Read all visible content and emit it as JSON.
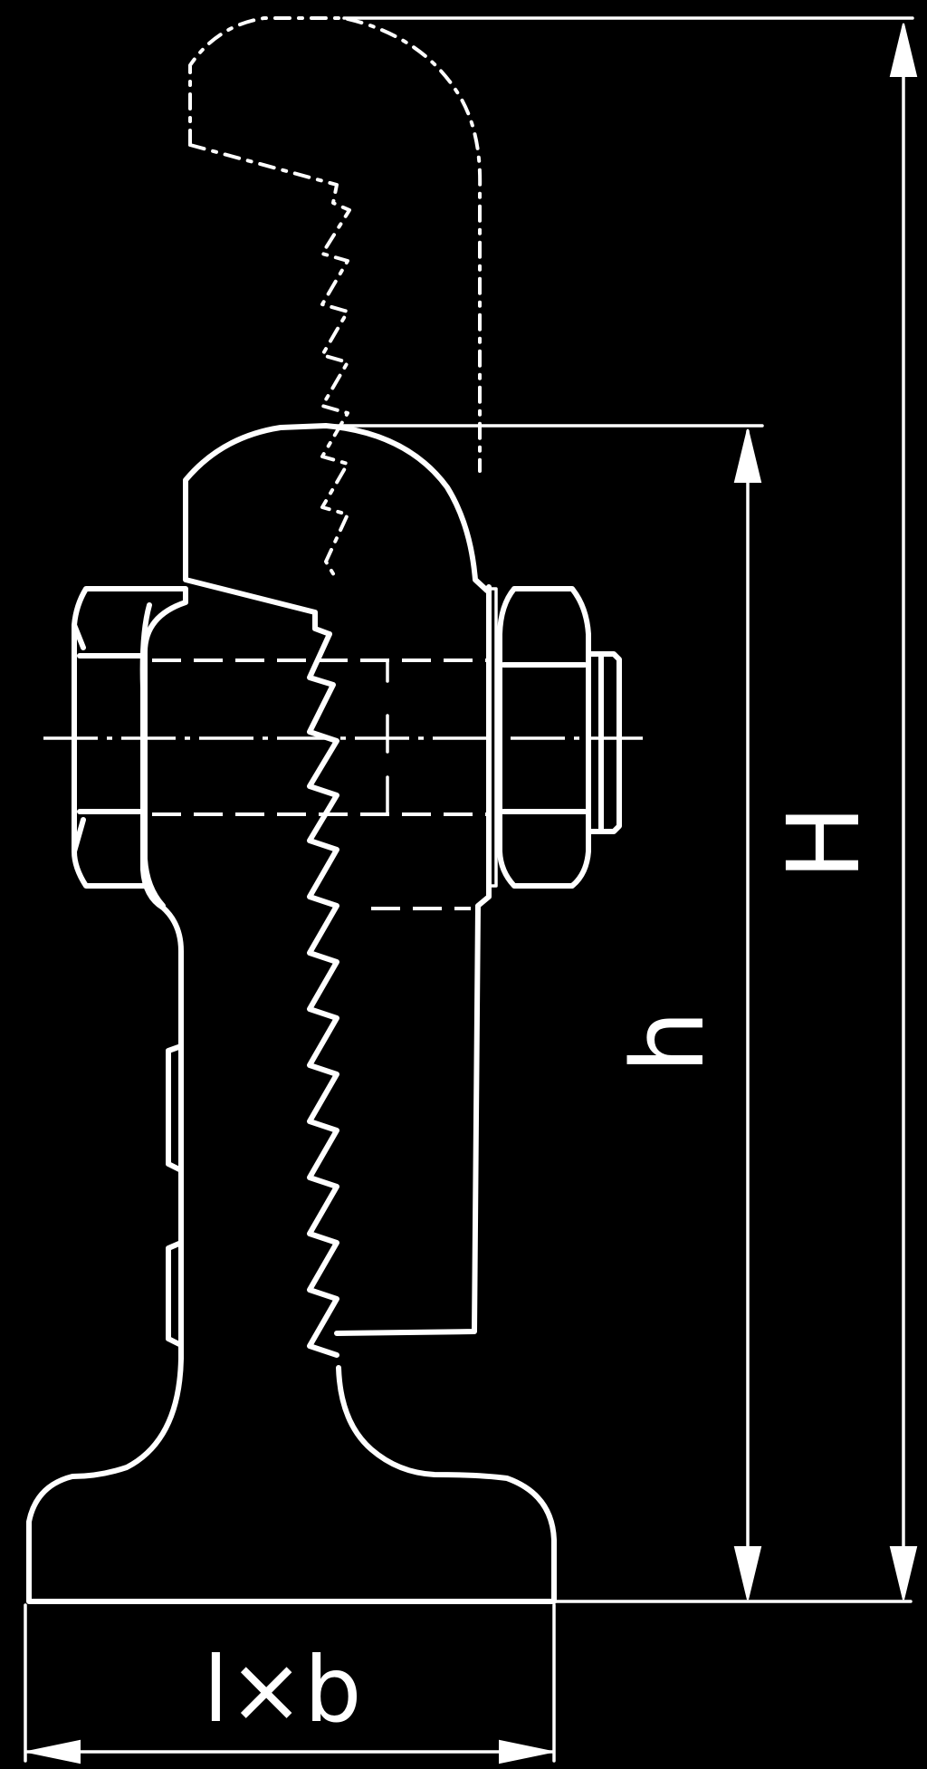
{
  "dimensions": {
    "overall_height_label": "H",
    "clamp_height_label": "h",
    "base_size_label": "l×b"
  },
  "colors": {
    "background": "#000000",
    "lines": "#ffffff"
  }
}
